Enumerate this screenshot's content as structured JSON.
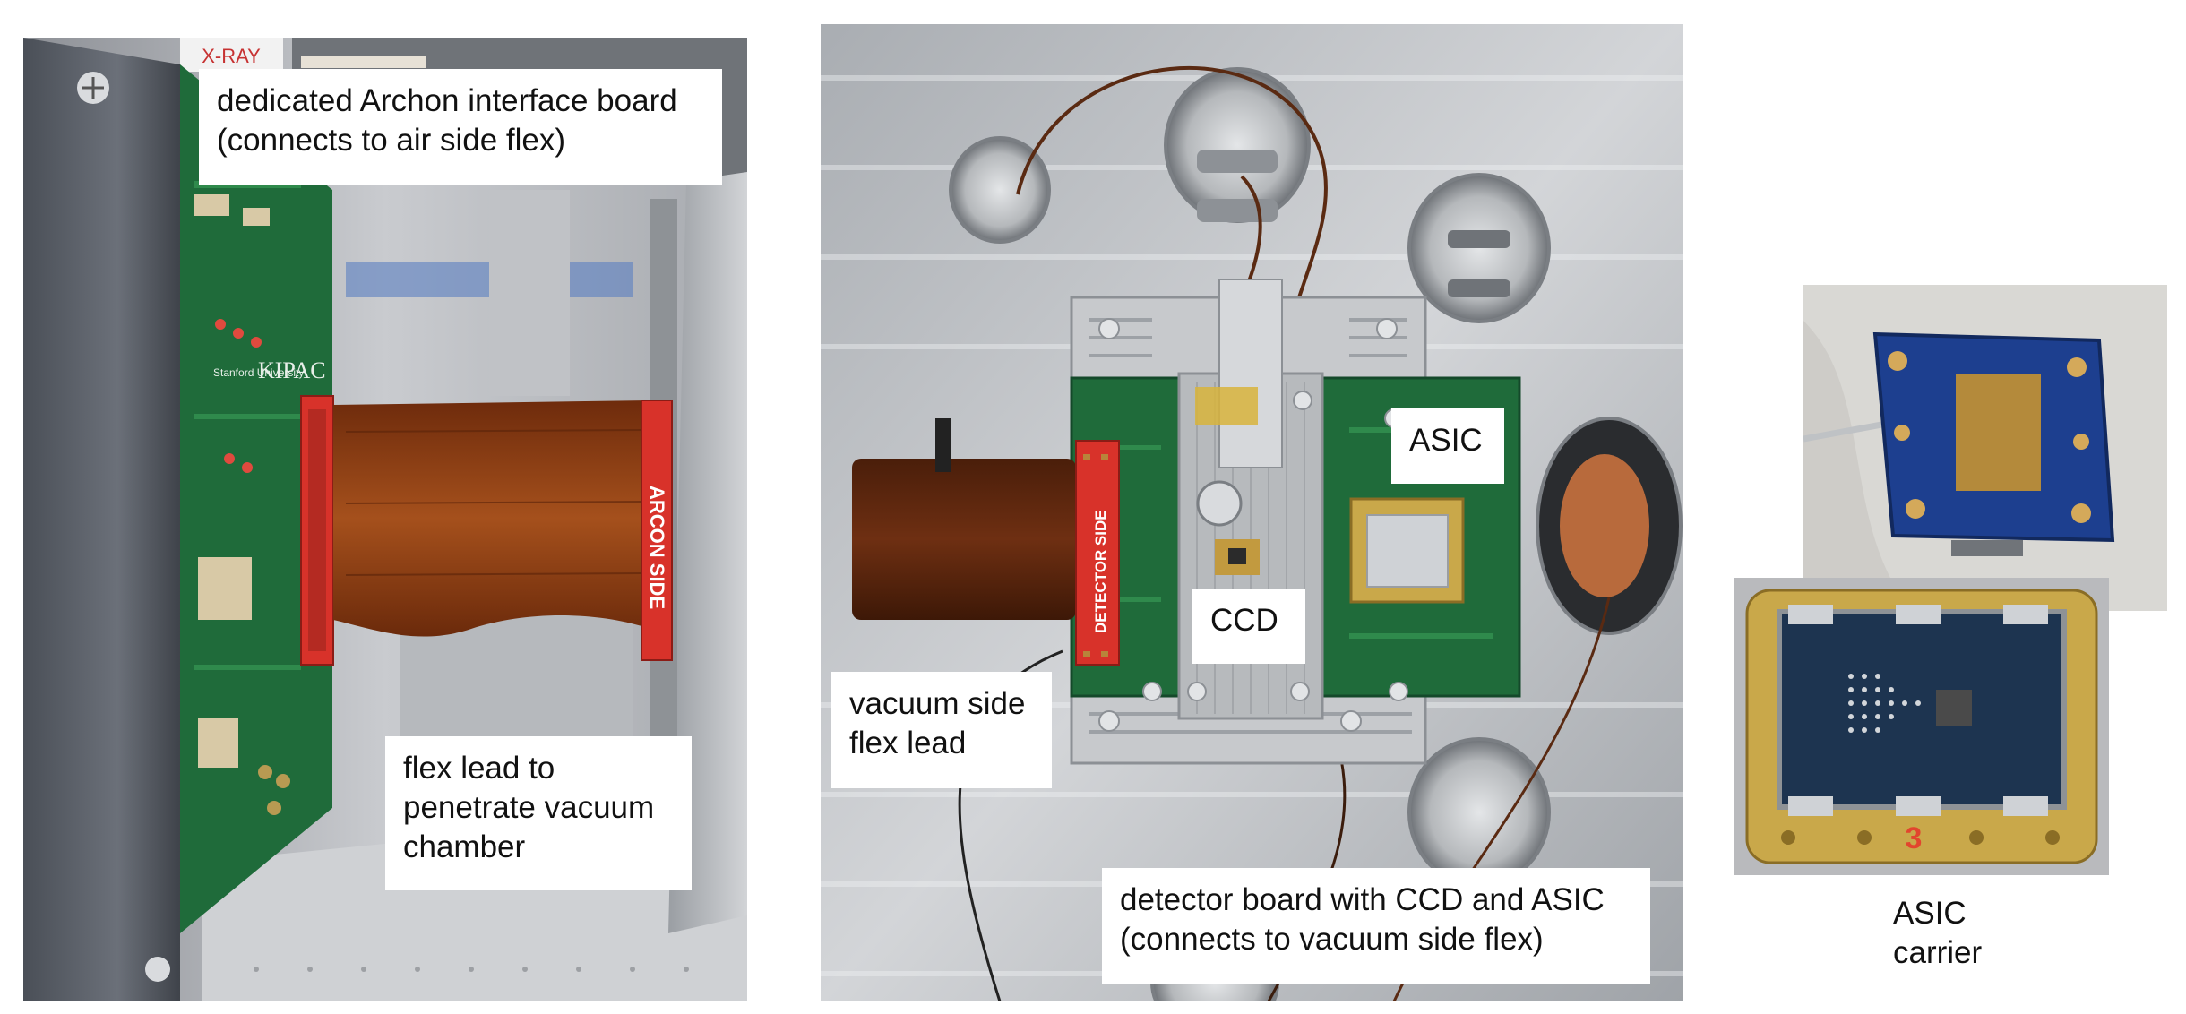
{
  "left_panel": {
    "labels": {
      "archon_board": [
        "dedicated Archon interface board",
        "(connects to air side flex)"
      ],
      "flex_lead": [
        "flex lead to",
        "penetrate vacuum",
        "chamber"
      ]
    },
    "board_text": {
      "kipac": "KIPAC",
      "stanford": "Stanford University",
      "arcon_side": "ARCON SIDE",
      "xray": "X-RAY"
    }
  },
  "middle_panel": {
    "labels": {
      "asic": "ASIC",
      "ccd": "CCD",
      "vacuum_flex": [
        "vacuum side",
        "flex lead"
      ],
      "detector_board": [
        "detector board with CCD and ASIC",
        "(connects to vacuum side flex)"
      ]
    },
    "board_text": {
      "detector_side": "DETECTOR SIDE"
    }
  },
  "right_panel": {
    "caption": [
      "ASIC",
      "carrier"
    ],
    "carrier_mark": "3"
  },
  "colors": {
    "pcb_green": "#1f6b3a",
    "flex_copper": "#8a3a12",
    "connector_red": "#d8322a",
    "aluminum": "#b9bcbf",
    "blue_pcb": "#1d3f8f",
    "gold": "#c9a84a"
  }
}
